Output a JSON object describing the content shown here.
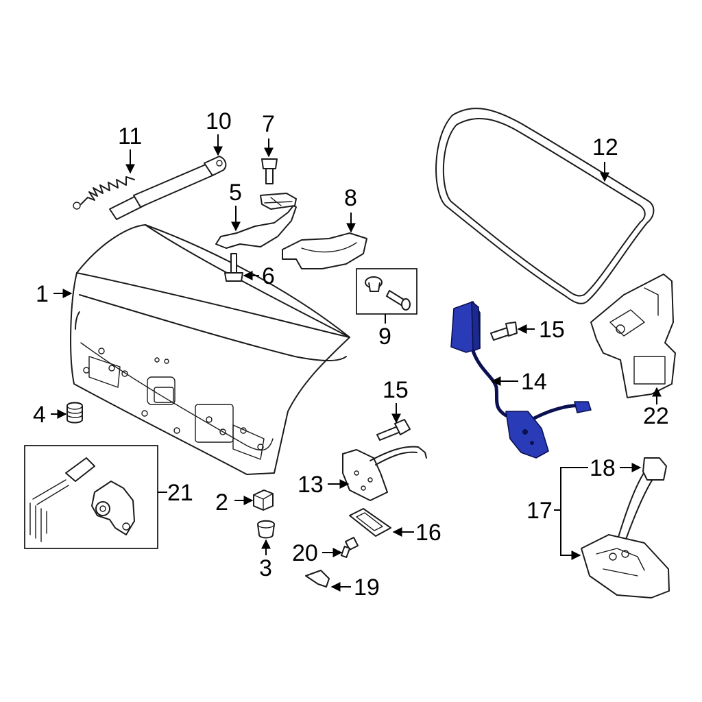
{
  "callouts": {
    "c1": "1",
    "c2": "2",
    "c3": "3",
    "c4": "4",
    "c5": "5",
    "c6": "6",
    "c7": "7",
    "c8": "8",
    "c9": "9",
    "c10": "10",
    "c11": "11",
    "c12": "12",
    "c13": "13",
    "c14": "14",
    "c15a": "15",
    "c15b": "15",
    "c16": "16",
    "c17": "17",
    "c18": "18",
    "c19": "19",
    "c20": "20",
    "c21": "21",
    "c22": "22"
  },
  "colors": {
    "highlight": "#2a3bb8",
    "line": "#1a1a1a"
  }
}
